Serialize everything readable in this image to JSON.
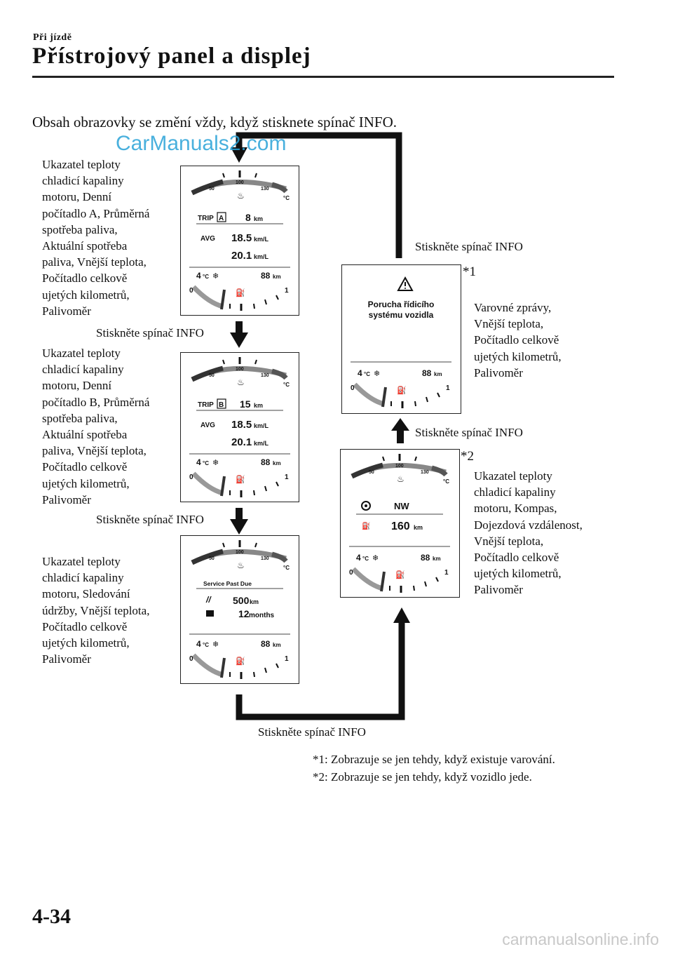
{
  "header": {
    "section": "Při jízdě",
    "title": "Přístrojový panel a displej"
  },
  "intro": "Obsah obrazovky se změní vždy, když stisknete spínač INFO.",
  "watermark": "CarManuals2.com",
  "press_label": "Stiskněte spínač INFO",
  "gauge": {
    "temp_50": "50",
    "temp_100": "100",
    "temp_130": "130",
    "deg_c": "°C",
    "fuel_0": "0",
    "fuel_1": "1"
  },
  "screens": {
    "trip_a": {
      "description": "Ukazatel teploty\nchladicí kapaliny\nmotoru, Denní\npočítadlo A, Průměrná\nspotřeba paliva,\nAktuální spotřeba\npaliva, Vnější teplota,\nPočítadlo celkově\nujetých kilometrů,\nPalivoměr",
      "trip_label": "TRIP",
      "trip_letter": "A",
      "trip_value": "8",
      "trip_unit": "km",
      "avg_label": "AVG",
      "avg_value": "18.5",
      "avg_unit": "km/L",
      "cur_value": "20.1",
      "cur_unit": "km/L",
      "outside_temp": "4",
      "odo": "88",
      "odo_unit": "km"
    },
    "trip_b": {
      "description": "Ukazatel teploty\nchladicí kapaliny\nmotoru, Denní\npočítadlo B, Průměrná\nspotřeba paliva,\nAktuální spotřeba\npaliva, Vnější teplota,\nPočítadlo celkově\nujetých kilometrů,\nPalivoměr",
      "trip_label": "TRIP",
      "trip_letter": "B",
      "trip_value": "15",
      "trip_unit": "km",
      "avg_label": "AVG",
      "avg_value": "18.5",
      "avg_unit": "km/L",
      "cur_value": "20.1",
      "cur_unit": "km/L",
      "outside_temp": "4",
      "odo": "88",
      "odo_unit": "km"
    },
    "maintenance": {
      "description": "Ukazatel teploty\nchladicí kapaliny\nmotoru, Sledování\núdržby, Vnější teplota,\nPočítadlo celkově\nujetých kilometrů,\nPalivoměr",
      "service_label": "Service Past Due",
      "distance_value": "500",
      "distance_unit": "km",
      "period_value": "12",
      "period_unit": "months",
      "outside_temp": "4",
      "odo": "88",
      "odo_unit": "km"
    },
    "warning": {
      "marker": "*1",
      "description": "Varovné zprávy,\nVnější teplota,\nPočítadlo celkově\nujetých kilometrů,\nPalivoměr",
      "message_line1": "Porucha řídicího",
      "message_line2": "systému vozidla",
      "outside_temp": "4",
      "odo": "88",
      "odo_unit": "km"
    },
    "compass": {
      "marker": "*2",
      "description": "Ukazatel teploty\nchladicí kapaliny\nmotoru, Kompas,\nDojezdová vzdálenost,\nVnější teplota,\nPočítadlo celkově\nujetých kilometrů,\nPalivoměr",
      "heading": "NW",
      "range_value": "160",
      "range_unit": "km",
      "outside_temp": "4",
      "odo": "88",
      "odo_unit": "km"
    }
  },
  "footnotes": [
    "*1: Zobrazuje se jen tehdy, když existuje varování.",
    "*2: Zobrazuje se jen tehdy, když vozidlo jede."
  ],
  "page_number": "4-34",
  "site": "carmanualsonline.info"
}
